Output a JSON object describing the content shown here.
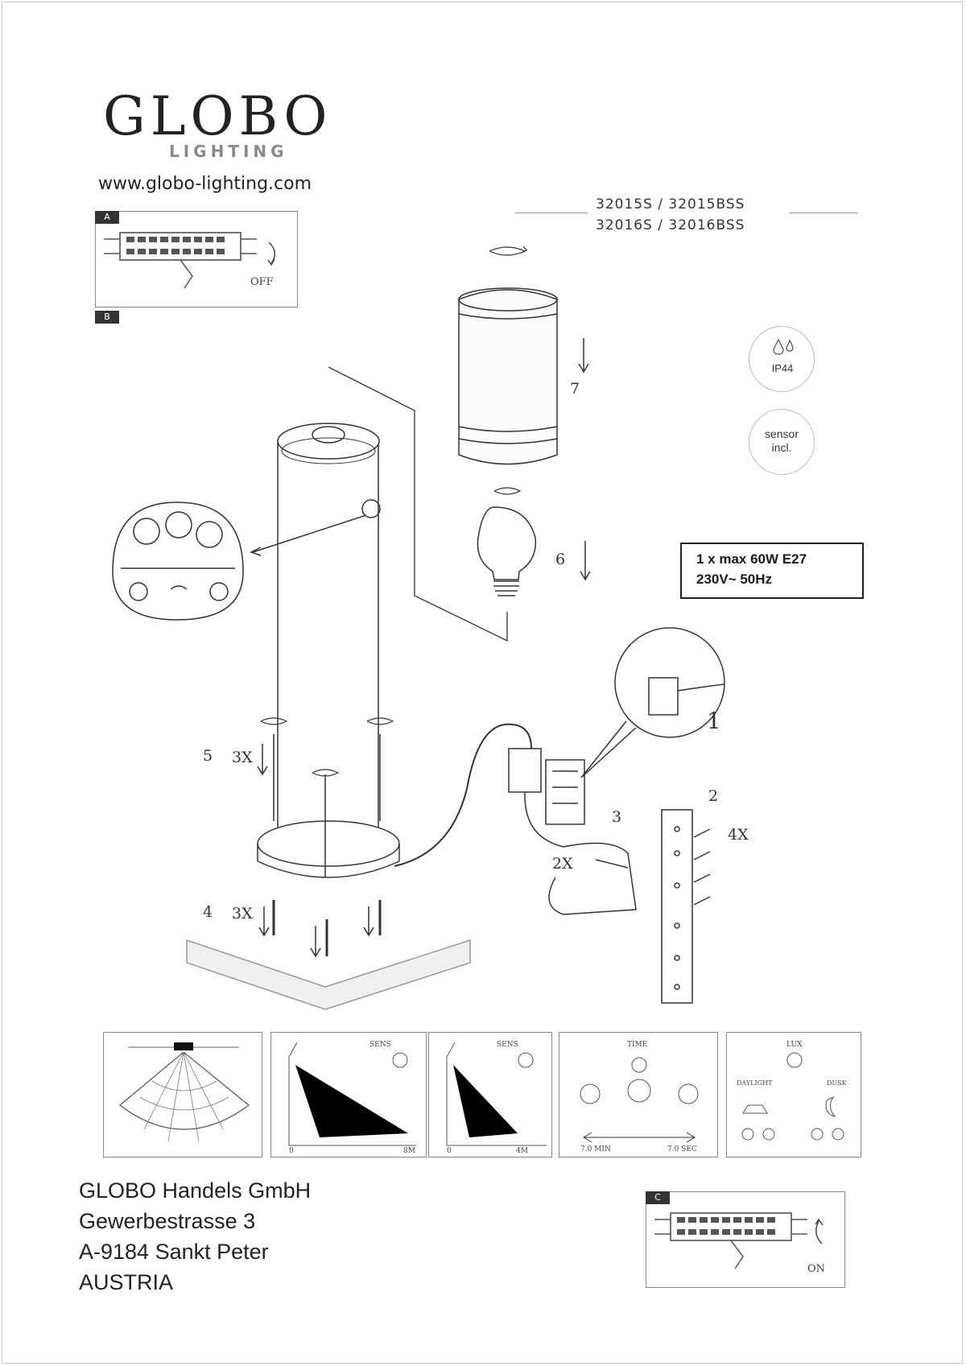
{
  "brand": {
    "name": "GLOBO",
    "sub": "LIGHTING",
    "website": "www.globo-lighting.com"
  },
  "models": {
    "line1": "32015S / 32015BSS",
    "line2": "32016S / 32016BSS"
  },
  "inset_top": {
    "label_a": "A",
    "label_b": "B",
    "action": "OFF"
  },
  "inset_bottom": {
    "label_c": "C",
    "action": "ON"
  },
  "badges": {
    "ip": "IP44",
    "sensor_line1": "sensor",
    "sensor_line2": "incl."
  },
  "spec": {
    "line1": "1 x max 60W E27",
    "line2": "230V~ 50Hz"
  },
  "steps": {
    "s1": "1",
    "s2": "2",
    "s3": "3",
    "s4": "4",
    "s5": "5",
    "s6": "6",
    "s7": "7",
    "qty_4x": "4X",
    "qty_3x_a": "3X",
    "qty_3x_b": "3X",
    "qty_2x": "2X"
  },
  "sensor_panels": {
    "sens": "SENS",
    "range_8": "8M",
    "range_4": "4M",
    "zero_a": "0",
    "zero_b": "0",
    "time": "TIME",
    "time_min": "7.0 MIN",
    "time_max": "7.0 SEC",
    "lux": "LUX",
    "daylight": "DAYLIGHT",
    "dusk": "DUSK"
  },
  "address": {
    "company": "GLOBO Handels GmbH",
    "street": "Gewerbestrasse 3",
    "city": "A-9184 Sankt Peter",
    "country": "AUSTRIA"
  }
}
